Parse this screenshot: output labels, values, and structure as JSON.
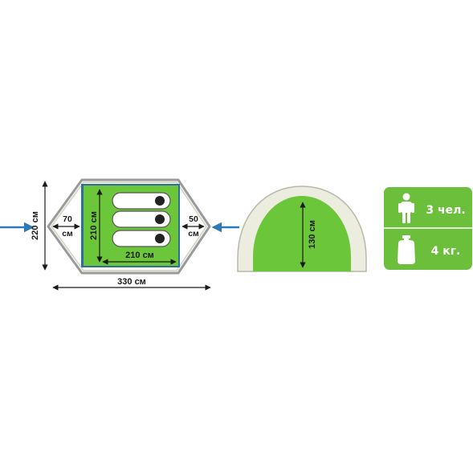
{
  "floor_plan": {
    "left_vestibule": {
      "value": "70",
      "unit": "см"
    },
    "right_vestibule": {
      "value": "50",
      "unit": "см"
    },
    "inner_length": "210 см",
    "inner_width": "210 см",
    "total_width": "220 см",
    "total_length": "330 см"
  },
  "side_view": {
    "height": "130 см"
  },
  "specs": {
    "capacity": "3 чел.",
    "weight": "4 кг."
  },
  "colors": {
    "tent_green": "#6cc63a",
    "inner_border": "#2b6fa0",
    "vestibule_fill": "#ffffff",
    "vestibule_outline": "#9a9a9a",
    "badge_green": "#6bbf3a",
    "arrow_blue": "#2c7bb6"
  },
  "icons": [
    "entrance-arrow-icon",
    "sleeping-bag-icon",
    "person-icon",
    "weight-icon"
  ]
}
